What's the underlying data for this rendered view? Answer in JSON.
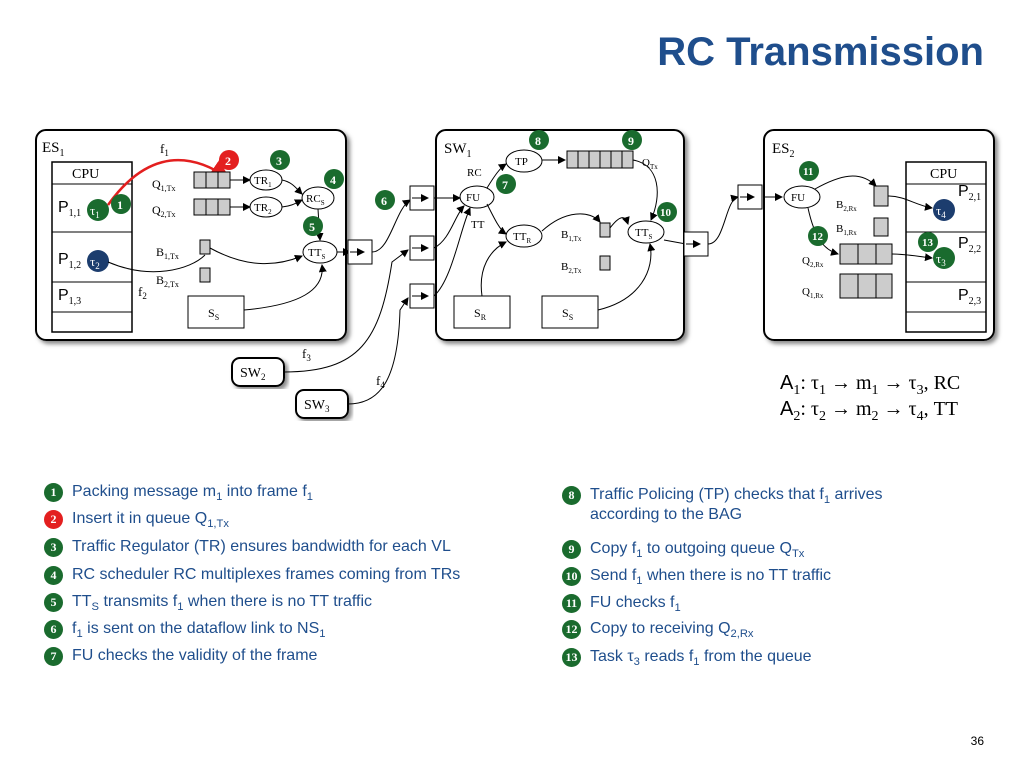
{
  "title": "RC Transmission",
  "page_number": "36",
  "diagram": {
    "es1": "ES",
    "es1_sub": "1",
    "cpu_left": "CPU",
    "p11": "P",
    "p11_sub": "1,1",
    "p12": "P",
    "p12_sub": "1,2",
    "p13": "P",
    "p13_sub": "1,3",
    "tau1": "τ",
    "tau1_sub": "1",
    "tau2": "τ",
    "tau2_sub": "2",
    "f1": "f",
    "f1_sub": "1",
    "f2": "f",
    "f2_sub": "2",
    "f3": "f",
    "f3_sub": "3",
    "f4": "f",
    "f4_sub": "4",
    "q1tx": "Q",
    "q1tx_sub": "1,Tx",
    "q2tx": "Q",
    "q2tx_sub": "2,Tx",
    "tr1": "TR",
    "tr1_sub": "1",
    "tr2": "TR",
    "tr2_sub": "2",
    "rcs": "RC",
    "rcs_sub": "S",
    "tts_es": "TT",
    "tts_es_sub": "S",
    "b1tx": "B",
    "b1tx_sub": "1,Tx",
    "b2tx": "B",
    "b2tx_sub": "2,Tx",
    "ss_es": "S",
    "ss_es_sub": "S",
    "sw1": "SW",
    "sw1_sub": "1",
    "tp": "TP",
    "rc": "RC",
    "fu_sw": "FU",
    "tt": "TT",
    "ttr": "TT",
    "ttr_sub": "R",
    "qtx": "Q",
    "qtx_sub": "Tx",
    "tts_sw": "TT",
    "tts_sw_sub": "S",
    "b1tx_sw": "B",
    "b1tx_sw_sub": "1,Tx",
    "b2tx_sw": "B",
    "b2tx_sw_sub": "2,Tx",
    "sr": "S",
    "sr_sub": "R",
    "ss_sw": "S",
    "ss_sw_sub": "S",
    "es2": "ES",
    "es2_sub": "2",
    "cpu_right": "CPU",
    "fu_es2": "FU",
    "b2rx": "B",
    "b2rx_sub": "2,Rx",
    "b1rx": "B",
    "b1rx_sub": "1,Rx",
    "q2rx": "Q",
    "q2rx_sub": "2,Rx",
    "q1rx": "Q",
    "q1rx_sub": "1,Rx",
    "p21": "P",
    "p21_sub": "2,1",
    "p22": "P",
    "p22_sub": "2,2",
    "p23": "P",
    "p23_sub": "2,3",
    "tau4": "τ",
    "tau4_sub": "4",
    "tau3": "τ",
    "tau3_sub": "3",
    "sw2": "SW",
    "sw2_sub": "2",
    "sw3": "SW",
    "sw3_sub": "3",
    "badges": [
      "1",
      "2",
      "3",
      "4",
      "5",
      "6",
      "7",
      "8",
      "9",
      "10",
      "11",
      "12",
      "13"
    ]
  },
  "applications": [
    {
      "a": "A",
      "a_sub": "1",
      "tau_in": "τ",
      "tau_in_sub": "1",
      "m": "m",
      "m_sub": "1",
      "tau_out": "τ",
      "tau_out_sub": "3",
      "cls": ", RC"
    },
    {
      "a": "A",
      "a_sub": "2",
      "tau_in": "τ",
      "tau_in_sub": "2",
      "m": "m",
      "m_sub": "2",
      "tau_out": "τ",
      "tau_out_sub": "4",
      "cls": ", TT"
    }
  ],
  "legend_left": [
    {
      "num": "1",
      "pre": "Packing message m",
      "s1": "1",
      "mid": " into frame f",
      "s2": "1",
      "post": ""
    },
    {
      "num": "2",
      "pre": "Insert it in queue Q",
      "s1": "1,Tx",
      "mid": "",
      "s2": "",
      "post": ""
    },
    {
      "num": "3",
      "pre": "Traffic Regulator (TR) ensures bandwidth for each VL",
      "s1": "",
      "mid": "",
      "s2": "",
      "post": ""
    },
    {
      "num": "4",
      "pre": "RC scheduler RC multiplexes frames coming from TRs",
      "s1": "",
      "mid": "",
      "s2": "",
      "post": ""
    },
    {
      "num": "5",
      "pre": "TT",
      "s1": "S",
      "mid": " transmits f",
      "s2": "1",
      "post": " when there is no TT traffic"
    },
    {
      "num": "6",
      "pre": "f",
      "s1": "1",
      "mid": " is sent on the dataflow link to NS",
      "s2": "1",
      "post": ""
    },
    {
      "num": "7",
      "pre": "FU checks the validity of the frame",
      "s1": "",
      "mid": "",
      "s2": "",
      "post": ""
    }
  ],
  "legend_right": [
    {
      "num": "8",
      "pre": "Traffic Policing (TP) checks that f",
      "s1": "1",
      "mid": " arrives",
      "s2": "",
      "post": "",
      "line2": "according to the BAG"
    },
    {
      "num": "9",
      "pre": "Copy f",
      "s1": "1",
      "mid": " to outgoing queue Q",
      "s2": "Tx",
      "post": "",
      "line2": ""
    },
    {
      "num": "10",
      "pre": "Send f",
      "s1": "1",
      "mid": " when there is no TT traffic",
      "s2": "",
      "post": "",
      "line2": ""
    },
    {
      "num": "11",
      "pre": "FU checks f",
      "s1": "1",
      "mid": "",
      "s2": "",
      "post": "",
      "line2": ""
    },
    {
      "num": "12",
      "pre": "Copy to receiving Q",
      "s1": "2,Rx",
      "mid": "",
      "s2": "",
      "post": "",
      "line2": ""
    },
    {
      "num": "13",
      "pre": "Task τ",
      "s1": "3",
      "mid": " reads f",
      "s2": "1",
      "post": " from the queue",
      "line2": ""
    }
  ],
  "colors": {
    "title": "#1f4e8c",
    "badge_green": "#1a6b2e",
    "badge_red": "#e31f1f",
    "tau_blue": "#1c3d6e"
  }
}
